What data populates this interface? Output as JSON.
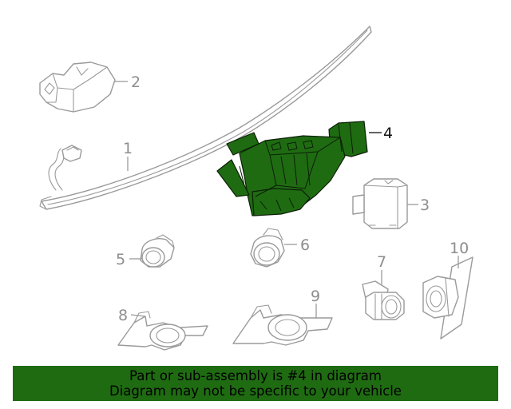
{
  "diagram": {
    "callouts": [
      {
        "id": "1",
        "label": "1"
      },
      {
        "id": "2",
        "label": "2"
      },
      {
        "id": "3",
        "label": "3"
      },
      {
        "id": "4",
        "label": "4",
        "highlighted": true
      },
      {
        "id": "5",
        "label": "5"
      },
      {
        "id": "6",
        "label": "6"
      },
      {
        "id": "7",
        "label": "7"
      },
      {
        "id": "8",
        "label": "8"
      },
      {
        "id": "9",
        "label": "9"
      },
      {
        "id": "10",
        "label": "10"
      }
    ],
    "highlight_color": "#1f6b12",
    "line_color": "#9a9a9a"
  },
  "banner": {
    "line1": "Part or sub-assembly is #4 in diagram",
    "line2": "Diagram may not be specific to your vehicle",
    "background": "#1f6b12"
  }
}
